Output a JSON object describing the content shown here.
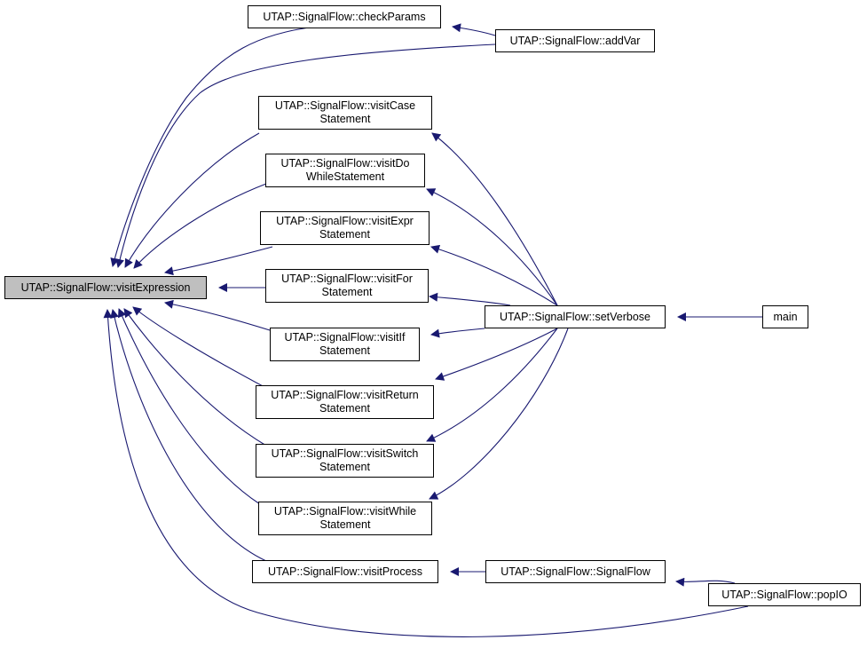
{
  "graph": {
    "colors": {
      "edge": "#191970",
      "node_border": "#000000",
      "node_fill": "#ffffff",
      "root_fill": "#bfbfbf"
    },
    "nodes": [
      {
        "id": "visitExpression",
        "lines": [
          "UTAP::SignalFlow::visitExpression"
        ],
        "root": true
      },
      {
        "id": "checkParams",
        "lines": [
          "UTAP::SignalFlow::checkParams"
        ]
      },
      {
        "id": "addVar",
        "lines": [
          "UTAP::SignalFlow::addVar"
        ]
      },
      {
        "id": "visitCaseStatement",
        "lines": [
          "UTAP::SignalFlow::visitCase",
          "Statement"
        ]
      },
      {
        "id": "visitDoWhileStatement",
        "lines": [
          "UTAP::SignalFlow::visitDo",
          "WhileStatement"
        ]
      },
      {
        "id": "visitExprStatement",
        "lines": [
          "UTAP::SignalFlow::visitExpr",
          "Statement"
        ]
      },
      {
        "id": "visitForStatement",
        "lines": [
          "UTAP::SignalFlow::visitFor",
          "Statement"
        ]
      },
      {
        "id": "visitIfStatement",
        "lines": [
          "UTAP::SignalFlow::visitIf",
          "Statement"
        ]
      },
      {
        "id": "visitReturnStatement",
        "lines": [
          "UTAP::SignalFlow::visitReturn",
          "Statement"
        ]
      },
      {
        "id": "visitSwitchStatement",
        "lines": [
          "UTAP::SignalFlow::visitSwitch",
          "Statement"
        ]
      },
      {
        "id": "visitWhileStatement",
        "lines": [
          "UTAP::SignalFlow::visitWhile",
          "Statement"
        ]
      },
      {
        "id": "visitProcess",
        "lines": [
          "UTAP::SignalFlow::visitProcess"
        ]
      },
      {
        "id": "setVerbose",
        "lines": [
          "UTAP::SignalFlow::setVerbose"
        ]
      },
      {
        "id": "main",
        "lines": [
          "main"
        ]
      },
      {
        "id": "SignalFlow",
        "lines": [
          "UTAP::SignalFlow::SignalFlow"
        ]
      },
      {
        "id": "popIO",
        "lines": [
          "UTAP::SignalFlow::popIO"
        ]
      }
    ],
    "edges": [
      {
        "from": "checkParams",
        "to": "visitExpression"
      },
      {
        "from": "addVar",
        "to": "visitExpression"
      },
      {
        "from": "addVar",
        "to": "checkParams"
      },
      {
        "from": "visitCaseStatement",
        "to": "visitExpression"
      },
      {
        "from": "visitDoWhileStatement",
        "to": "visitExpression"
      },
      {
        "from": "visitExprStatement",
        "to": "visitExpression"
      },
      {
        "from": "visitForStatement",
        "to": "visitExpression"
      },
      {
        "from": "visitIfStatement",
        "to": "visitExpression"
      },
      {
        "from": "visitReturnStatement",
        "to": "visitExpression"
      },
      {
        "from": "visitSwitchStatement",
        "to": "visitExpression"
      },
      {
        "from": "visitWhileStatement",
        "to": "visitExpression"
      },
      {
        "from": "visitProcess",
        "to": "visitExpression"
      },
      {
        "from": "popIO",
        "to": "visitExpression"
      },
      {
        "from": "setVerbose",
        "to": "visitCaseStatement"
      },
      {
        "from": "setVerbose",
        "to": "visitDoWhileStatement"
      },
      {
        "from": "setVerbose",
        "to": "visitExprStatement"
      },
      {
        "from": "setVerbose",
        "to": "visitForStatement"
      },
      {
        "from": "setVerbose",
        "to": "visitIfStatement"
      },
      {
        "from": "setVerbose",
        "to": "visitReturnStatement"
      },
      {
        "from": "setVerbose",
        "to": "visitSwitchStatement"
      },
      {
        "from": "setVerbose",
        "to": "visitWhileStatement"
      },
      {
        "from": "main",
        "to": "setVerbose"
      },
      {
        "from": "SignalFlow",
        "to": "visitProcess"
      },
      {
        "from": "popIO",
        "to": "SignalFlow"
      }
    ]
  }
}
